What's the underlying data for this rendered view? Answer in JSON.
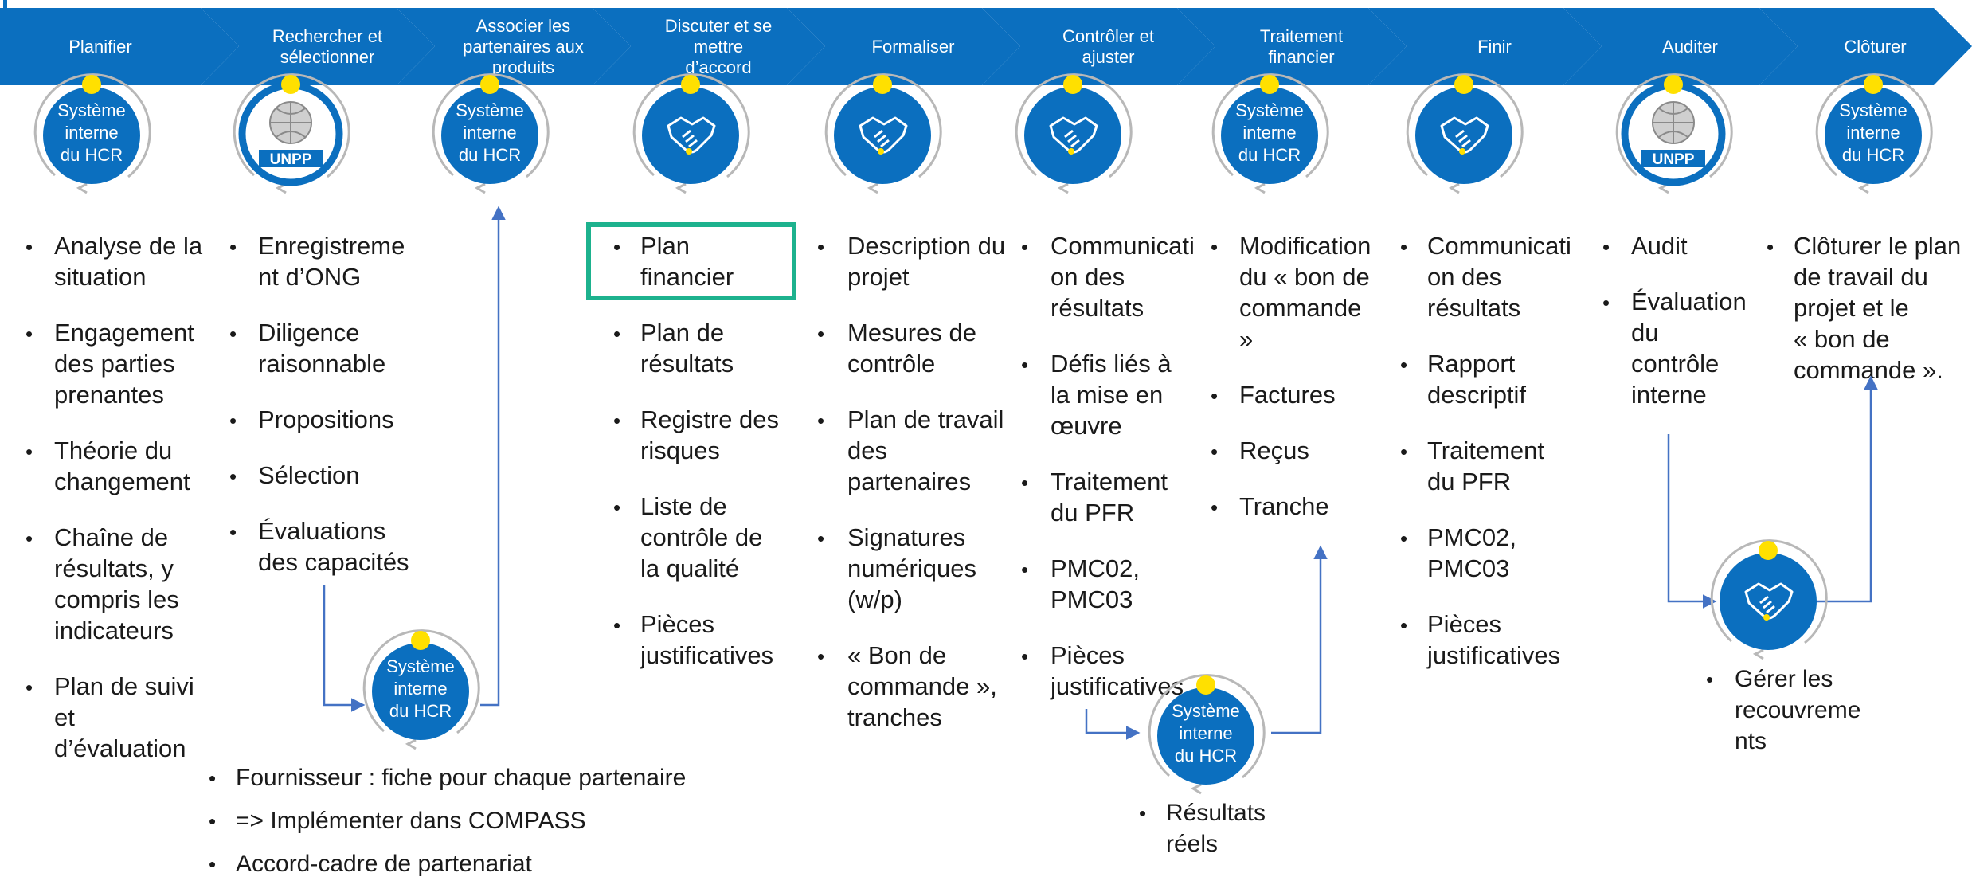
{
  "stages": [
    {
      "label": [
        "Planifier"
      ]
    },
    {
      "label": [
        "Rechercher et",
        "sélectionner"
      ]
    },
    {
      "label": [
        "Associer les",
        "partenaires aux",
        "produits"
      ]
    },
    {
      "label": [
        "Discuter et se",
        "mettre",
        "d’accord"
      ]
    },
    {
      "label": [
        "Formaliser"
      ]
    },
    {
      "label": [
        "Contrôler et",
        "ajuster"
      ]
    },
    {
      "label": [
        "Traitement",
        "financier"
      ]
    },
    {
      "label": [
        "Finir"
      ]
    },
    {
      "label": [
        "Auditer"
      ]
    },
    {
      "label": [
        "Clôturer"
      ]
    }
  ],
  "icons": [
    {
      "type": "systeme",
      "lines": [
        "Système",
        "interne",
        "du HCR"
      ]
    },
    {
      "type": "unpp",
      "text": "UNPP"
    },
    {
      "type": "systeme",
      "lines": [
        "Système",
        "interne",
        "du HCR"
      ]
    },
    {
      "type": "handshake"
    },
    {
      "type": "handshake"
    },
    {
      "type": "handshake"
    },
    {
      "type": "systeme",
      "lines": [
        "Système",
        "interne",
        "du HCR"
      ]
    },
    {
      "type": "handshake"
    },
    {
      "type": "unpp",
      "text": "UNPP"
    },
    {
      "type": "systeme",
      "lines": [
        "Système",
        "interne",
        "du HCR"
      ]
    }
  ],
  "columns": [
    {
      "items": [
        [
          "Analyse de la",
          "situation"
        ],
        [
          "Engagement",
          "des parties",
          "prenantes"
        ],
        [
          "Théorie du",
          "changement"
        ],
        [
          "Chaîne de",
          "résultats, y",
          "compris les",
          "indicateurs"
        ],
        [
          "Plan de suivi",
          "et",
          "d’évaluation"
        ]
      ]
    },
    {
      "items": [
        [
          "Enregistreme",
          "nt d’ONG"
        ],
        [
          "Diligence",
          "raisonnable"
        ],
        [
          "Propositions"
        ],
        [
          "Sélection"
        ],
        [
          "Évaluations",
          "des capacités"
        ]
      ]
    },
    {
      "items": [
        [
          "Plan",
          "financier"
        ],
        [
          "Plan de",
          "résultats"
        ],
        [
          "Registre des",
          "risques"
        ],
        [
          "Liste de",
          "contrôle de",
          "la qualité"
        ],
        [
          "Pièces",
          "justificatives"
        ]
      ]
    },
    {
      "items": [
        [
          "Description du",
          "projet"
        ],
        [
          "Mesures de",
          "contrôle"
        ],
        [
          "Plan de travail",
          "des",
          "partenaires"
        ],
        [
          "Signatures",
          "numériques",
          "(w/p)"
        ],
        [
          "« Bon de",
          "commande »,",
          "tranches"
        ]
      ]
    },
    {
      "items": [
        [
          "Communicati",
          "on des",
          "résultats"
        ],
        [
          "Défis liés à",
          "la mise en",
          "œuvre"
        ],
        [
          "Traitement",
          "du PFR"
        ],
        [
          "PMC02,",
          "PMC03"
        ],
        [
          "Pièces",
          "justificatives"
        ]
      ]
    },
    {
      "items": [
        [
          "Modification",
          "du « bon de",
          "commande",
          "»"
        ],
        [
          "Factures"
        ],
        [
          "Reçus"
        ],
        [
          "Tranche"
        ]
      ]
    },
    {
      "items": [
        [
          "Communicati",
          "on des",
          "résultats"
        ],
        [
          "Rapport",
          "descriptif"
        ],
        [
          "Traitement",
          "du PFR"
        ],
        [
          "PMC02,",
          "PMC03"
        ],
        [
          "Pièces",
          "justificatives"
        ]
      ]
    },
    {
      "items": [
        [
          "Audit"
        ],
        [
          "Évaluation",
          "du",
          "contrôle",
          "interne"
        ]
      ]
    },
    {
      "items": [
        [
          "Clôturer le plan",
          "de travail du",
          "projet et le",
          "« bon de",
          "commande »."
        ]
      ]
    }
  ],
  "sub_nodes": [
    {
      "type": "systeme",
      "lines": [
        "Système",
        "interne",
        "du HCR"
      ]
    },
    {
      "type": "systeme",
      "lines": [
        "Système",
        "interne",
        "du HCR"
      ],
      "items": [
        [
          "Résultats",
          "réels"
        ]
      ]
    },
    {
      "type": "handshake",
      "items": [
        [
          "Gérer les",
          "recouvreme",
          "nts"
        ]
      ]
    }
  ],
  "bottom_notes": [
    "Fournisseur : fiche pour chaque partenaire",
    "=> Implémenter dans COMPASS",
    "Accord-cadre de partenariat"
  ],
  "colors": {
    "chevron": "#0b6fbf",
    "circle": "#0b6fbf",
    "knob": "#ffe000",
    "ring": "#b8b8b8",
    "connector": "#4472c4",
    "highlight": "#1db28e",
    "text": "#1a1a1a"
  }
}
